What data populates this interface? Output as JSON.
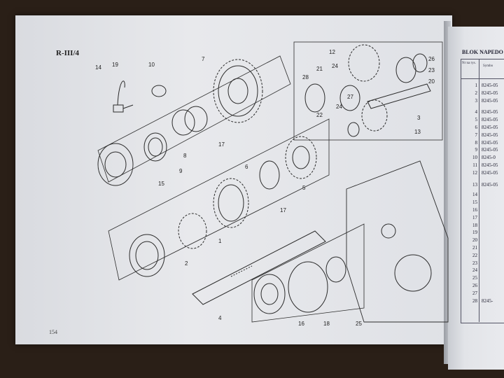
{
  "plate": {
    "title": "R-III/4",
    "page_number": "154"
  },
  "table": {
    "header": "BLOK NAPEDO",
    "col_no": "Nr na rys.",
    "col_symbol": "Symbo",
    "rows": [
      {
        "n": "1",
        "code": "8245-05"
      },
      {
        "n": "2",
        "code": "8245-05"
      },
      {
        "n": "3",
        "code": "8245-05"
      },
      {
        "n": "4",
        "code": "8245-05"
      },
      {
        "n": "5",
        "code": "8245-05"
      },
      {
        "n": "6",
        "code": "8245-05"
      },
      {
        "n": "7",
        "code": "8245-05"
      },
      {
        "n": "8",
        "code": "8245-05"
      },
      {
        "n": "9",
        "code": "8245-05"
      },
      {
        "n": "10",
        "code": "8245-0"
      },
      {
        "n": "11",
        "code": "8245-05"
      },
      {
        "n": "12",
        "code": "8245-05"
      },
      {
        "n": "13",
        "code": "8245-05"
      },
      {
        "n": "14",
        "code": ""
      },
      {
        "n": "15",
        "code": ""
      },
      {
        "n": "16",
        "code": ""
      },
      {
        "n": "17",
        "code": ""
      },
      {
        "n": "18",
        "code": ""
      },
      {
        "n": "19",
        "code": ""
      },
      {
        "n": "20",
        "code": ""
      },
      {
        "n": "21",
        "code": ""
      },
      {
        "n": "22",
        "code": ""
      },
      {
        "n": "23",
        "code": ""
      },
      {
        "n": "24",
        "code": ""
      },
      {
        "n": "25",
        "code": ""
      },
      {
        "n": "26",
        "code": ""
      },
      {
        "n": "27",
        "code": ""
      },
      {
        "n": "28",
        "code": "8245-"
      }
    ]
  },
  "callouts": {
    "c1": "1",
    "c2": "2",
    "c3": "3",
    "c4": "4",
    "c5": "5",
    "c6": "6",
    "c7": "7",
    "c8": "8",
    "c9": "9",
    "c10": "10",
    "c12": "12",
    "c13": "13",
    "c14": "14",
    "c15": "15",
    "c16": "16",
    "c17a": "17",
    "c17b": "17",
    "c18": "18",
    "c19": "19",
    "c20": "20",
    "c21": "21",
    "c22": "22",
    "c23": "23",
    "c24a": "24",
    "c24b": "24",
    "c25": "25",
    "c26": "26",
    "c27": "27",
    "c28": "28"
  },
  "colors": {
    "ink": "#2b2b2b",
    "paper": "#e4e5e9",
    "background": "#2a1f17"
  }
}
